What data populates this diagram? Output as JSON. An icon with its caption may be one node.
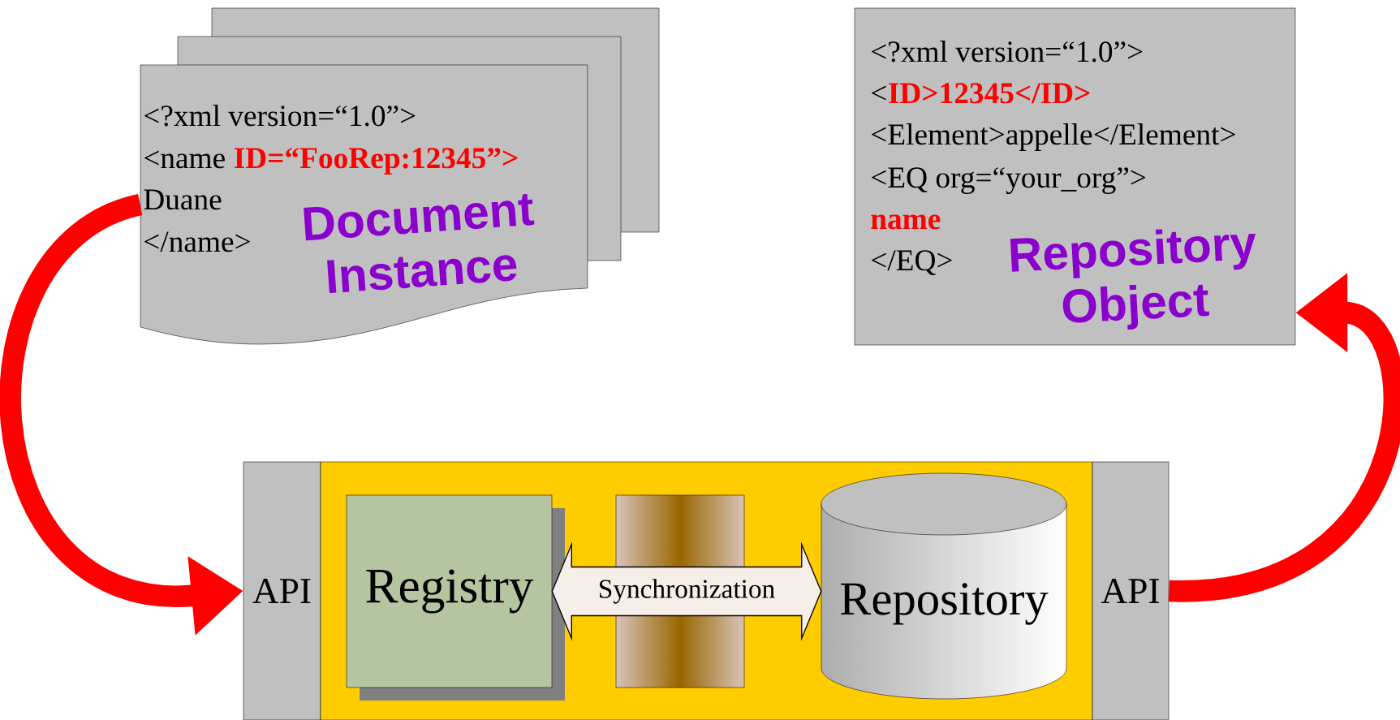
{
  "diagram": {
    "nodes": [
      {
        "text": [
          "<?xml version=“1.0”>",
          "<name",
          "ID=“FooRep:12345”>",
          "Duane",
          "</name>",
          "Document Instance"
        ]
      },
      {
        "text": [
          "<?xml version=“1.0”>",
          "<",
          "ID>12345</ID>",
          "<Element>appelle</Element>",
          "<EQ org=“your_org”>",
          "name",
          "</EQ>",
          "Repository Object"
        ]
      },
      {
        "text": [
          "API"
        ]
      },
      {
        "text": [],
        "shape": "box"
      },
      {
        "text": [
          "Registry"
        ],
        "in": 3
      },
      {
        "text": [
          "Repository"
        ],
        "in": 3
      },
      {
        "text": [
          "API"
        ]
      }
    ],
    "edges": [
      {
        "from": 0,
        "to": 2,
        "arrow": "to"
      },
      {
        "from": 6,
        "to": 1,
        "arrow": "to"
      },
      {
        "from": 4,
        "to": 5,
        "arrow": "both",
        "label": "Synchronization",
        "style": "thick",
        "color": "#f6eee8"
      }
    ]
  }
}
